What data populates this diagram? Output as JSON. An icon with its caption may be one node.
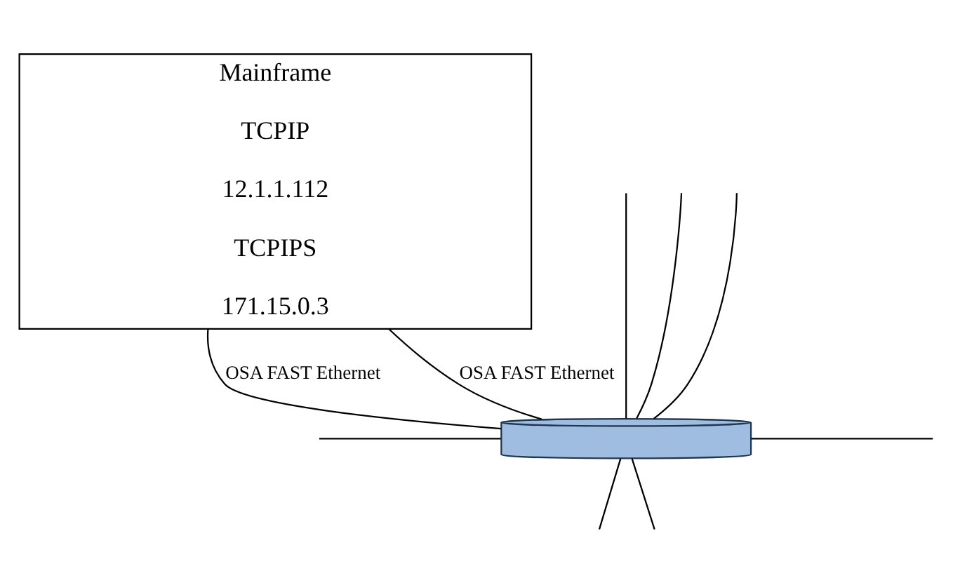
{
  "diagram": {
    "nodes": [
      {
        "text": [
          "Mainframe",
          "TCPIP",
          "12.1.1.112",
          "TCPIPS",
          "171.15.0.3"
        ]
      },
      {
        "text": [],
        "shape": "cylinder"
      }
    ],
    "edges": [
      {
        "from": 0,
        "to": 1,
        "arrow": "none",
        "label": "OSA FAST Ethernet"
      },
      {
        "from": 0,
        "to": 1,
        "arrow": "none",
        "label": "OSA FAST Ethernet"
      },
      {
        "from": null,
        "to": 1,
        "arrow": "none"
      },
      {
        "from": 1,
        "to": null,
        "arrow": "none"
      },
      {
        "from": null,
        "to": 1,
        "arrow": "none"
      },
      {
        "from": null,
        "to": 1,
        "arrow": "none"
      },
      {
        "from": null,
        "to": 1,
        "arrow": "none"
      },
      {
        "from": 1,
        "to": null,
        "arrow": "none"
      },
      {
        "from": 1,
        "to": null,
        "arrow": "none"
      }
    ]
  }
}
